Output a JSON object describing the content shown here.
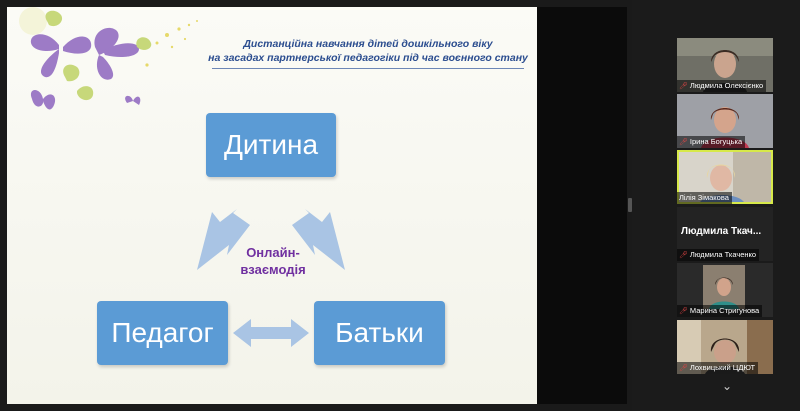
{
  "slide": {
    "title_line1": "Дистанційна навчання дітей дошкільного віку",
    "title_line2": "на засадах партнерської педагогіки під час воєнного стану",
    "child": "Дитина",
    "teacher": "Педагог",
    "parents": "Батьки",
    "center_line1": "Онлайн-",
    "center_line2": "взаємодія",
    "box_color": "#5b9bd5",
    "arrow_color": "#a9c4e4",
    "accent_text_color": "#7030a0"
  },
  "participants": [
    {
      "name": "Людмила Олексієнко",
      "muted": true
    },
    {
      "name": "Ірина Богуцька",
      "muted": true
    },
    {
      "name": "Лілія Зімакова",
      "muted": false,
      "active_speaker": true
    },
    {
      "name": "Людмила Ткаченко",
      "display_text": "Людмила Ткач...",
      "muted": true
    },
    {
      "name": "Марина Стригунова",
      "muted": true
    },
    {
      "name": "Лохвицький ЦДЮТ",
      "muted": true
    }
  ],
  "gallery": {
    "scroll_down_icon": "chevron-down-icon"
  },
  "colors": {
    "active_outline": "#d7e94a",
    "muted_icon": "#e04545"
  }
}
